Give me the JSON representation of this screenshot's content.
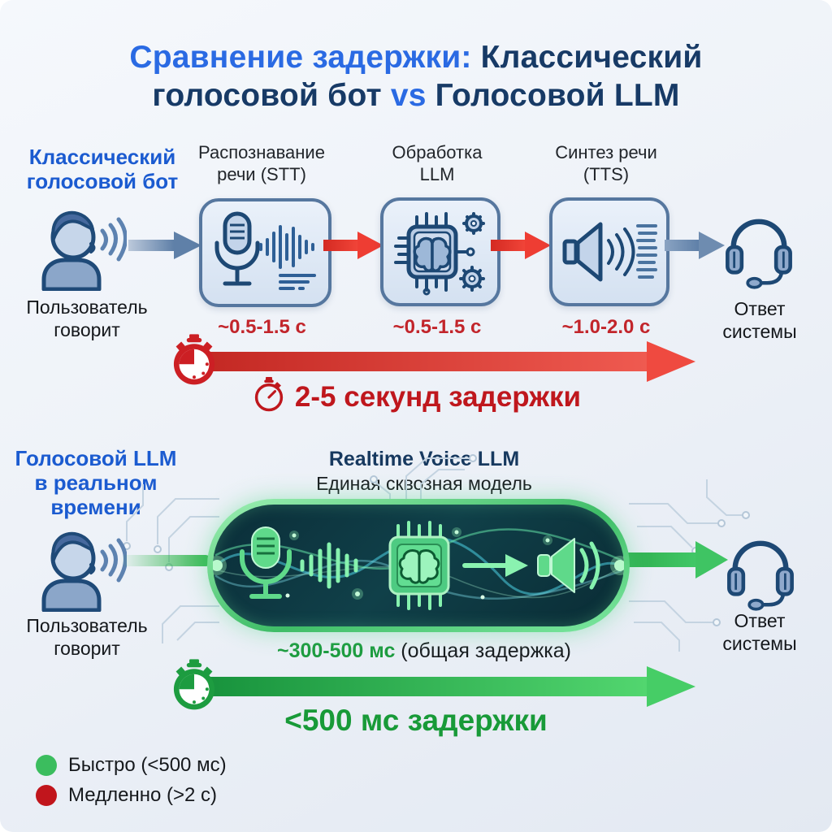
{
  "title": {
    "part1": "Сравнение задержки: ",
    "part2": "Классический голосовой бот ",
    "part3": "vs",
    "part4": " Голосовой LLM"
  },
  "classic": {
    "label": "Классический голосовой бот",
    "user_label": "Пользователь говорит",
    "response_label": "Ответ системы",
    "steps": [
      {
        "title": "Распознавание речи (STT)",
        "timing": "~0.5-1.5 с",
        "icon": "microphone-waveform-icon"
      },
      {
        "title": "Обработка LLM",
        "timing": "~0.5-1.5 с",
        "icon": "chip-brain-gears-icon"
      },
      {
        "title": "Синтез речи (TTS)",
        "timing": "~1.0-2.0 с",
        "icon": "speaker-waves-icon"
      }
    ],
    "total_latency": "2-5 секунд задержки"
  },
  "realtime": {
    "label": "Голосовой LLM в реальном времени",
    "heading": "Realtime Voice LLM",
    "subheading": "Единая сквозная модель",
    "user_label": "Пользователь говорит",
    "response_label": "Ответ системы",
    "timing_value": "~300-500 мс",
    "timing_note": " (общая задержка)",
    "total_latency": "<500 мс задержки"
  },
  "legend": [
    {
      "label": "Быстро (<500 мс)",
      "color": "#3bbd5e"
    },
    {
      "label": "Медленно (>2 с)",
      "color": "#c1151c"
    }
  ],
  "colors": {
    "title_blue": "#2a6ae3",
    "title_navy": "#173a66",
    "section_label_blue": "#1b5bd0",
    "slow_red": "#c2252b",
    "fast_green": "#1e9c40",
    "box_border_blue": "#56779f",
    "icon_navy": "#1d4874",
    "capsule_glow_green": "#7fe9a2"
  }
}
